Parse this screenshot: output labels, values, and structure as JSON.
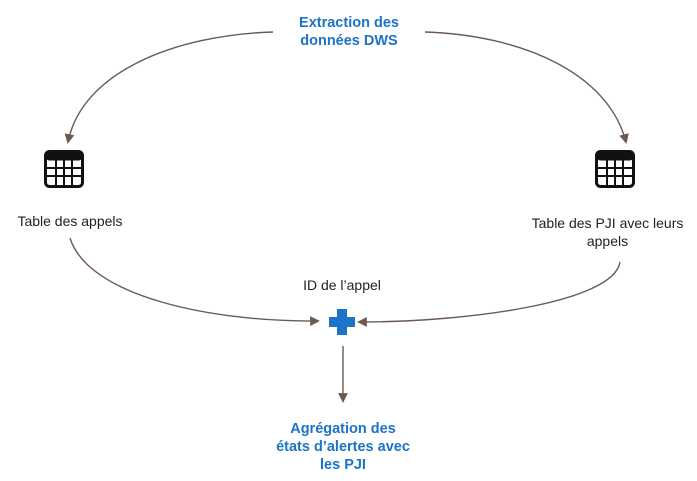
{
  "diagram": {
    "source_label": "Extraction des\ndonnées DWS",
    "left_table_label": "Table des appels",
    "right_table_label": "Table des PJI  avec leurs\nappels",
    "join_key_label": "ID de l’appel",
    "result_label": "Agrégation des\nétats d’alertes avec\nles PJI"
  },
  "icons": {
    "left_table": "table-icon",
    "right_table": "table-icon",
    "join": "plus-icon"
  },
  "colors": {
    "accent": "#1c73c7",
    "arrow": "#6b5a50",
    "text": "#1f1f1f",
    "icon": "#111111"
  }
}
